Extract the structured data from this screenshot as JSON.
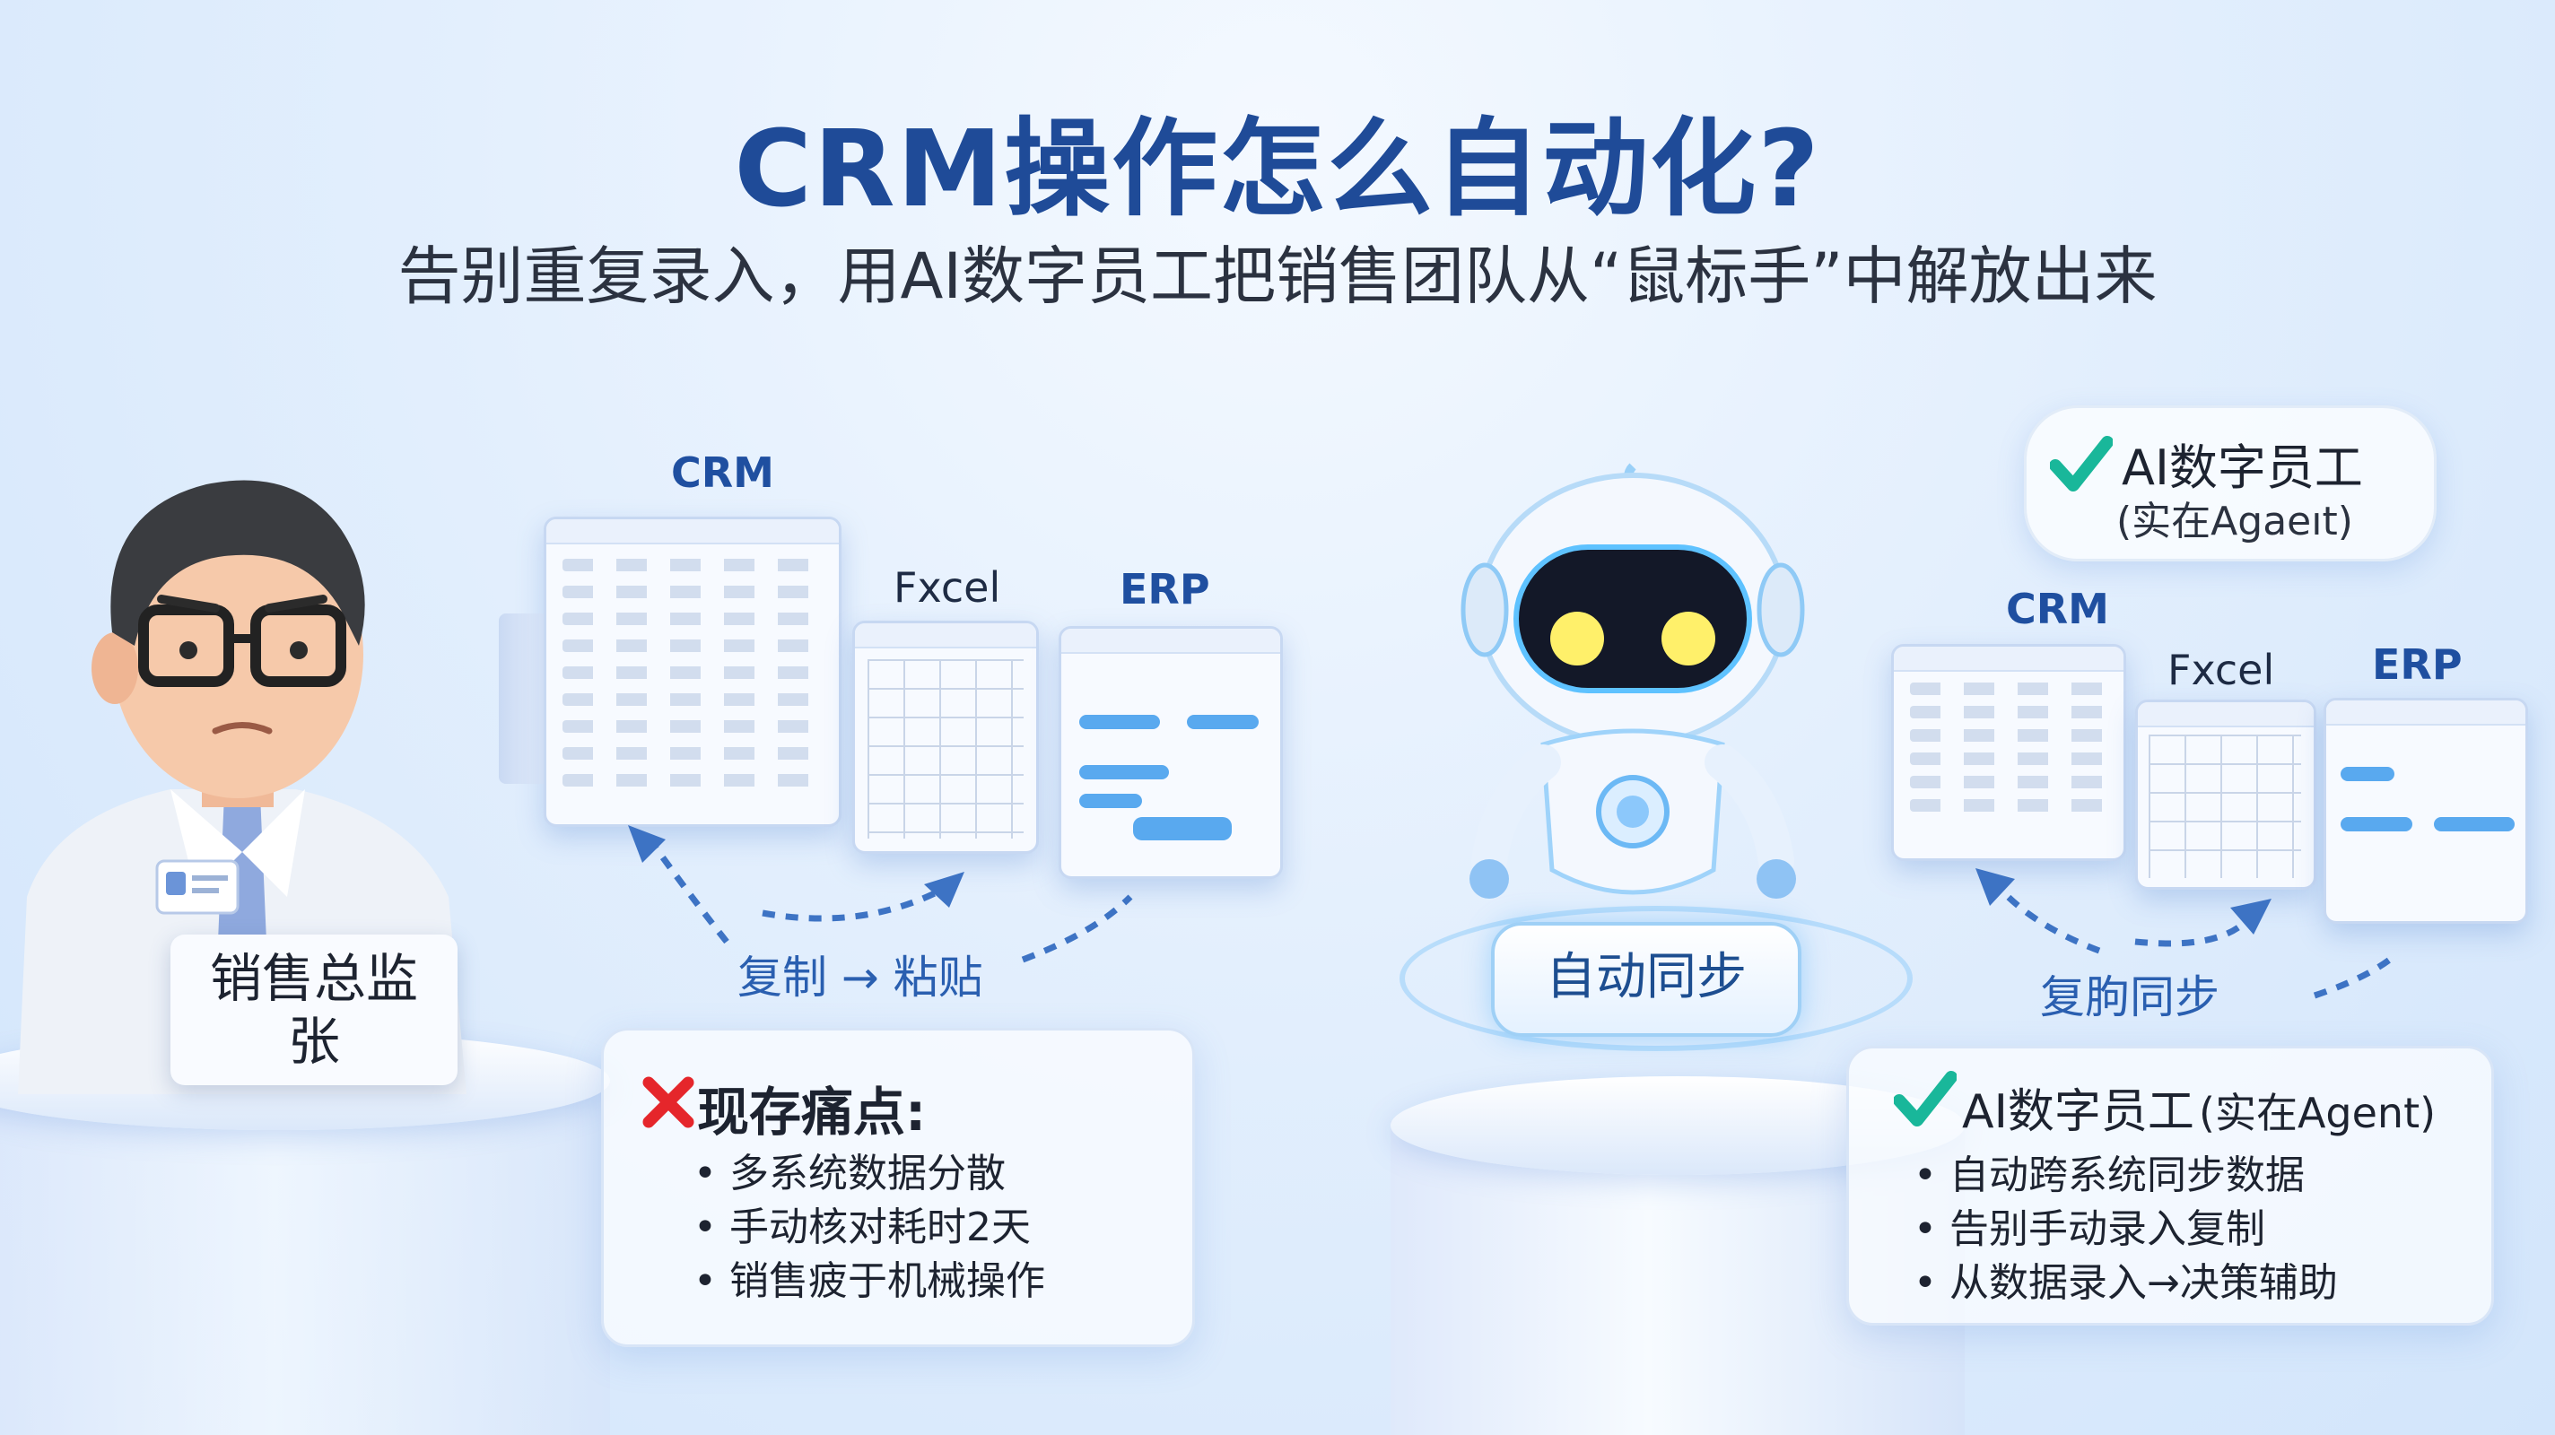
{
  "header": {
    "title": "CRM操作怎么自动化?",
    "subtitle": "告别重复录入，用AI数字员工把销售团队从“鼠标手”中解放出来"
  },
  "left": {
    "name_card": [
      "销售总监",
      "张"
    ],
    "apps": {
      "crm": "CRM",
      "excel": "Fxcel",
      "erp": "ERP"
    },
    "flow_label": "复制 → 粘贴",
    "pain_panel": {
      "title": "现存痛点:",
      "items": [
        "多系统数据分散",
        "手动核对耗时2天",
        "销售疲于机械操作"
      ]
    }
  },
  "right": {
    "badge": {
      "title": "AI数字员工",
      "subtitle": "(实在Agaeıt)"
    },
    "apps": {
      "crm": "CRM",
      "excel": "Fxcel",
      "erp": "ERP"
    },
    "sync_button": "自动同步",
    "flow_label": "复朐同步",
    "benefit_panel": {
      "title": "AI数字员工",
      "title_suffix": "(实在Agent)",
      "items": [
        "自动跨系统同步数据",
        "告别手动录入复制",
        "从数据录入→决策辅助"
      ]
    }
  },
  "colors": {
    "title": "#1f4b98",
    "accent_blue": "#2a5fb0",
    "check_green": "#19b79a",
    "cross_red": "#e5262b"
  }
}
